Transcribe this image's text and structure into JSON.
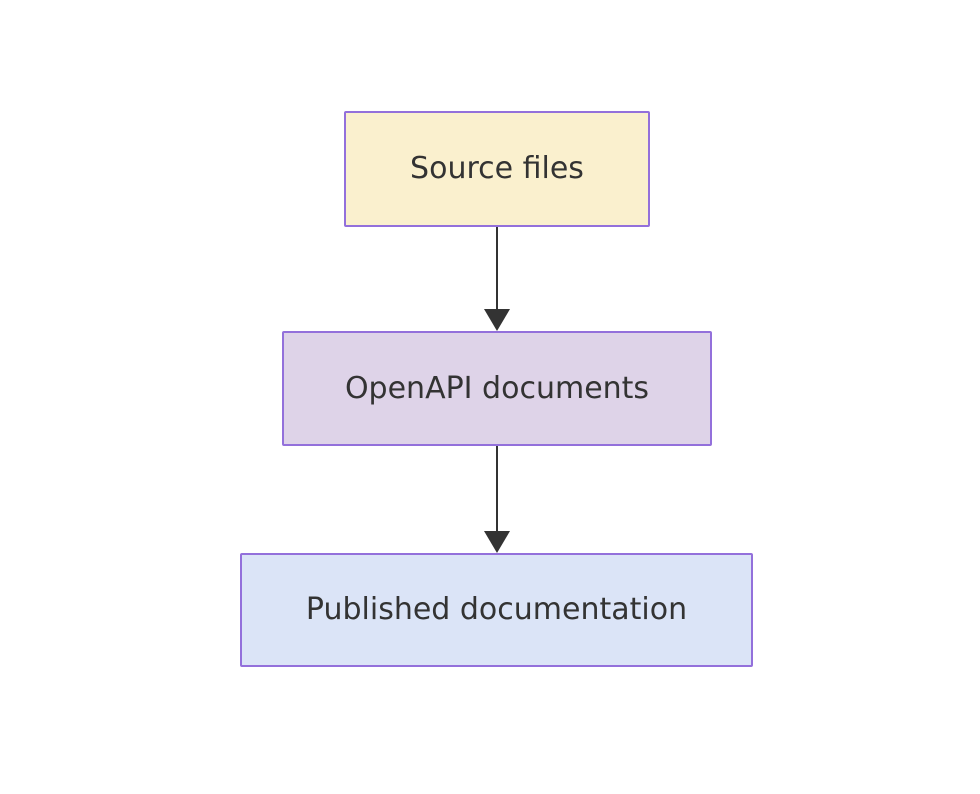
{
  "diagram": {
    "type": "flowchart-top-down",
    "background": "#ffffff",
    "text_color": "#333333",
    "arrow_color": "#333333",
    "nodes": [
      {
        "id": "source-files",
        "label": "Source files",
        "fill": "#faf0ce",
        "border": "#9370db"
      },
      {
        "id": "openapi-documents",
        "label": "OpenAPI documents",
        "fill": "#ded3e8",
        "border": "#9370db"
      },
      {
        "id": "published-documentation",
        "label": "Published documentation",
        "fill": "#dbe4f7",
        "border": "#9370db"
      }
    ],
    "edges": [
      {
        "from": "source-files",
        "to": "openapi-documents",
        "style": "solid",
        "arrowhead": "filled-triangle-down"
      },
      {
        "from": "openapi-documents",
        "to": "published-documentation",
        "style": "solid",
        "arrowhead": "filled-triangle-down"
      }
    ]
  }
}
